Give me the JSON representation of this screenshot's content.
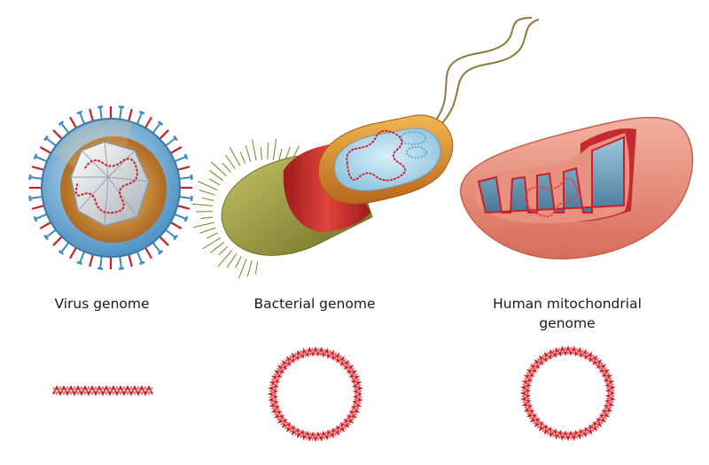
{
  "labels": {
    "virus": "Virus genome",
    "bacteria": "Bacterial genome",
    "mito_line1": "Human mitochondrial",
    "mito_line2": "genome"
  },
  "colors": {
    "dna_red": "#c8202c",
    "virus_blue": "#5aa0d0",
    "capsule_orange": "#d98a28",
    "hair_olive": "#8a8c30",
    "cytoplasm_blue": "#a9d4ea",
    "mito_salmon": "#e8877a",
    "cristae_blue": "#5e8fb0"
  },
  "genome_forms": {
    "virus": "linear",
    "bacteria": "circular",
    "mitochondria": "circular"
  }
}
